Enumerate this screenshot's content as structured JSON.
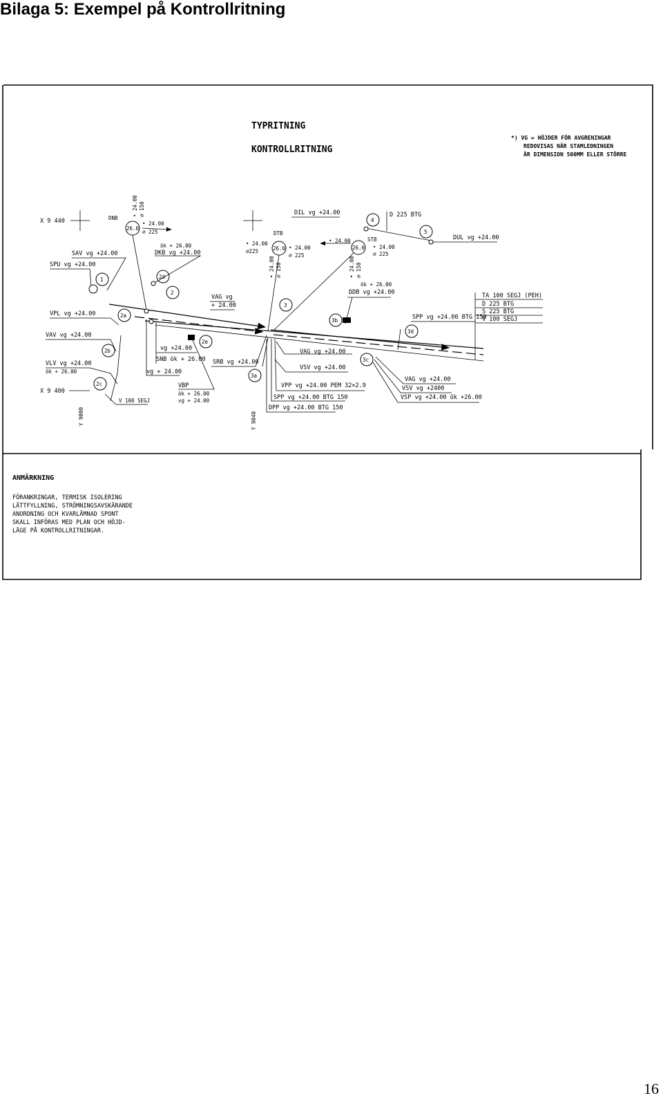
{
  "heading": "Bilaga 5: Exempel på Kontrollritning",
  "page_number": "16",
  "drawing": {
    "title_1": "TYPRITNING",
    "title_2": "KONTROLLRITNING",
    "note": [
      "*) VG = HÖJDER FÖR AVGRENINGAR",
      "REDOVISAS NÄR STAMLEDNINGEN",
      "ÄR DIMENSION 500MM ELLER STÖRRE"
    ],
    "coords": {
      "x9440": "X 9 440",
      "x9400": "X 9 400",
      "y9000": "Y 9000",
      "y9040": "Y 9040"
    },
    "wells": {
      "dnb": {
        "name": "DNB",
        "value": "26.0",
        "vg": "• 24.00",
        "dim": "⌀ 225",
        "vert_vg": "• 24.00",
        "vert_dim": "⌀ 150"
      },
      "dtb": {
        "name": "DTB",
        "value": "26.0",
        "left_vg": "• 24.00",
        "left_dim": "⌀225",
        "right_vg": "• 24.00",
        "right_dim": "⌀ 225",
        "vert_vg": "• 24.00",
        "vert_dim": "⌀ 150"
      },
      "stb": {
        "name": "STB",
        "value": "26.0",
        "left_vg": "• 24.00",
        "right_vg": "• 24.00",
        "right_dim": "⌀ 225",
        "vert_vg": "• 24.00",
        "vert_dim": "⌀ 150"
      }
    },
    "bubbles": [
      "1",
      "2",
      "2a",
      "2b",
      "2c",
      "2d",
      "2e",
      "3",
      "3a",
      "3b",
      "3c",
      "3d",
      "4",
      "5"
    ],
    "labels": {
      "sav": "SAV vg +24.00",
      "spu": "SPU vg +24.00",
      "vpl": "VPL vg +24.00",
      "vav": "VAV vg +24.00",
      "vlv": "VLV vg +24.00",
      "vlv_ok": "ök + 26.00",
      "dkb_ok": "ök + 26.00",
      "dkb": "DKB vg +24.00",
      "vag_a": "VAG vg",
      "vag_b": "+ 24.00",
      "vg_a": "vg +24.00",
      "snb": "SNB ök + 26.00",
      "vg_b": "vg + 24.00",
      "vbp": "VBP",
      "vbp_ok": "ök + 26.00",
      "vbp_vg": "vg + 24.00",
      "v100": "V 100 SEGJ",
      "srb": "SRB vg +24.00",
      "dil": "DIL vg +24.00",
      "d225": "D 225 BTG",
      "dul": "DUL vg +24.00",
      "ddb_ok": "ök + 26.00",
      "ddb": "DDB vg +24.00",
      "spp": "SPP vg +24.00 BTG 150",
      "vag_c": "VAG vg +24.00",
      "vsv": "VSV vg +24.00",
      "vpp": "VPP vg +24.00 PEM 32×2.9",
      "spp2": "SPP vg +24.00 BTG 150",
      "dpp": "DPP vg +24.00 BTG 150",
      "vag_d": "VAG vg +24.00",
      "vsv2": "VSV vg +2400",
      "vsp": "VSP vg +24.00 ök +26.00"
    },
    "legend": [
      "TA 100 SEGJ (PEH)",
      "D 225 BTG",
      "S 225 BTG",
      "V 100 SEGJ"
    ],
    "remarks_title": "ANMÄRKNING",
    "remarks": [
      "FÖRANKRINGAR, TERMISK ISOLERING",
      "LÄTTFYLLNING, STRÖMNINGSAVSKÄRANDE",
      "ANORDNING OCH KVARLÄMNAD SPONT",
      "SKALL INFÖRAS MED PLAN OCH HÖJD-",
      "LÄGE PÅ KONTROLLRITNINGAR."
    ]
  }
}
